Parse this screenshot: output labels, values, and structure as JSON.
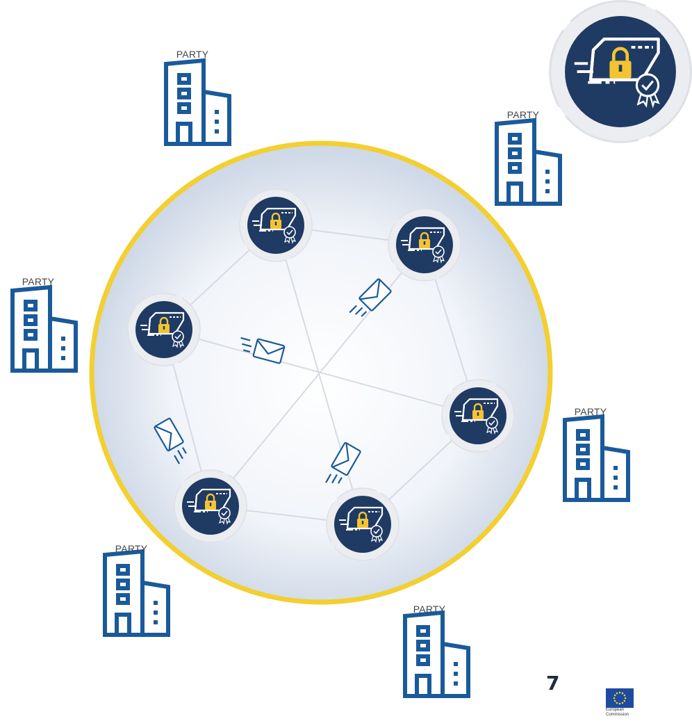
{
  "parties": [
    {
      "label": "PARTY"
    },
    {
      "label": "PARTY"
    },
    {
      "label": "PARTY"
    },
    {
      "label": "PARTY"
    },
    {
      "label": "PARTY"
    },
    {
      "label": "PARTY"
    }
  ],
  "page": {
    "number": "7"
  },
  "logo": {
    "line1": "European",
    "line2": "Commission"
  },
  "icons": {
    "node": "secure-folder-lock-certificate-icon",
    "party": "office-building-icon",
    "message": "envelope-icon"
  },
  "colors": {
    "navy": "#1f3a63",
    "building_blue": "#1a5a9a",
    "ring_yellow": "#f3cf30",
    "lock_gold": "#f4c430",
    "network_fill": "#e6ecf4"
  }
}
